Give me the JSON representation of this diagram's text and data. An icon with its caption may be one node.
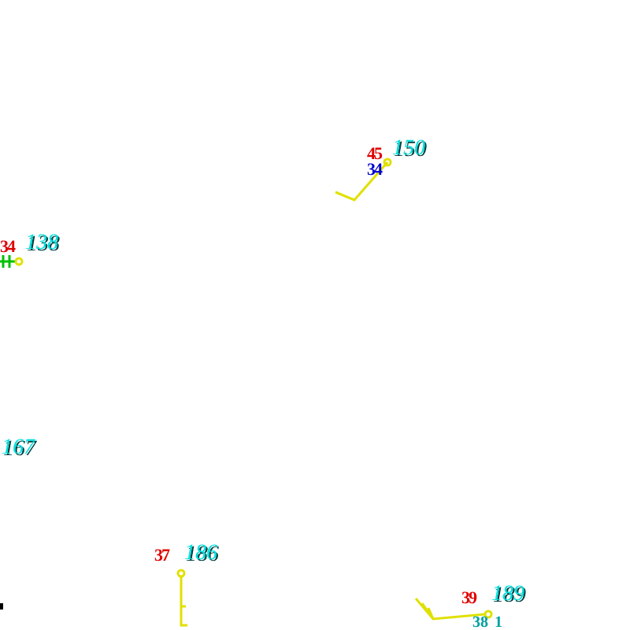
{
  "diagram": {
    "labels": [
      "45",
      "150",
      "34",
      "34",
      "138",
      "167",
      "37",
      "186",
      "39",
      "189",
      "38",
      "1"
    ]
  }
}
